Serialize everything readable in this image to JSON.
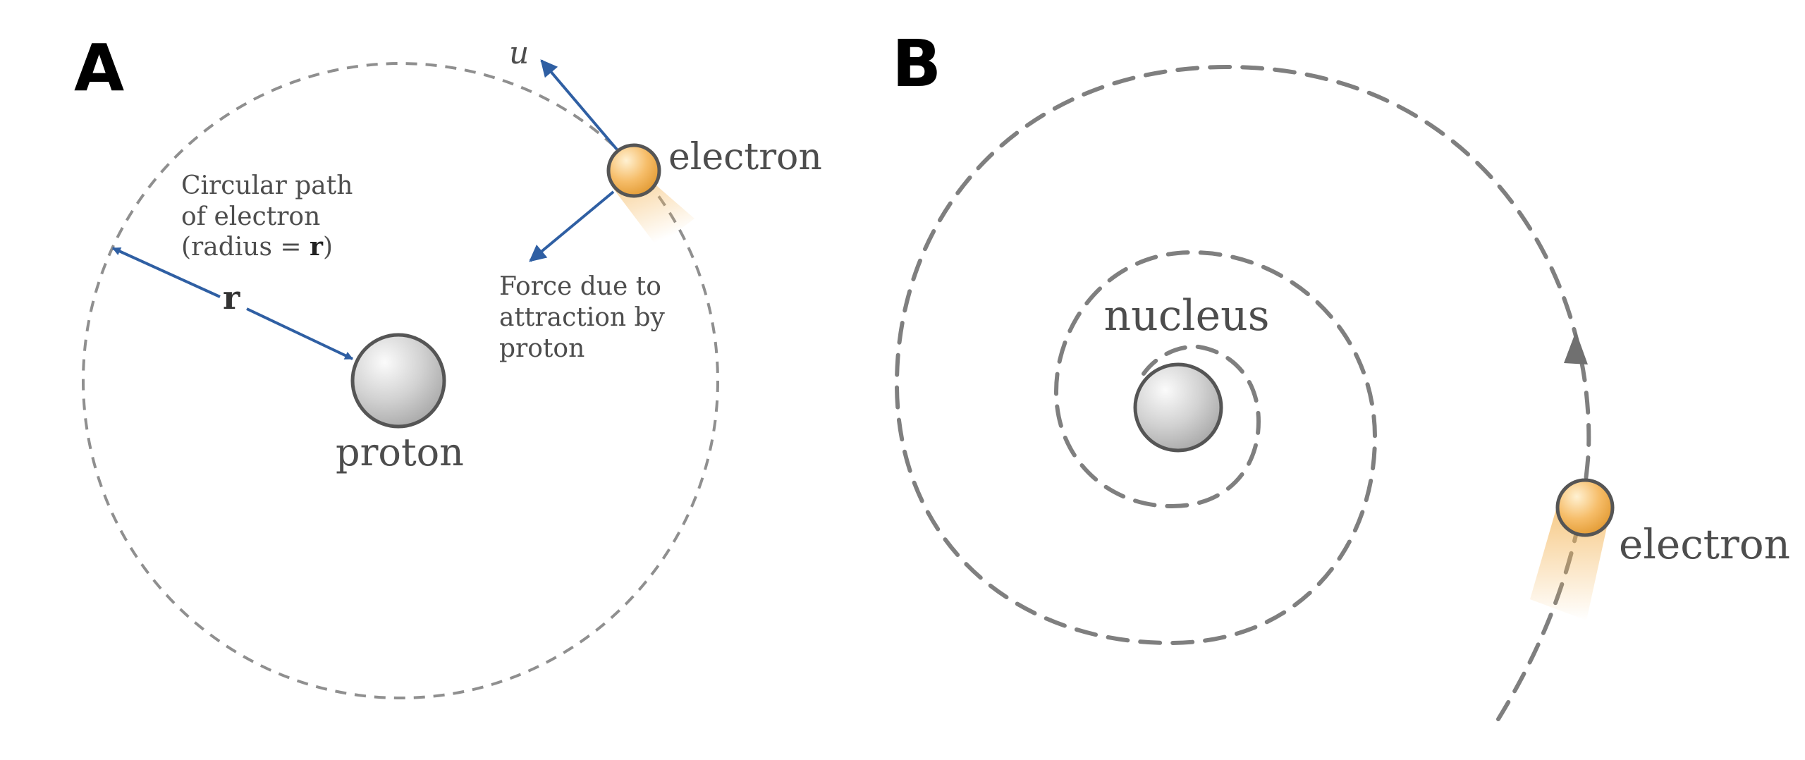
{
  "panel_a": {
    "letter": "A",
    "velocity_label": "u",
    "electron_label": "electron",
    "path_label_line1": "Circular path",
    "path_label_line2": "of electron",
    "path_label_line3_pre": "(radius = ",
    "path_label_line3_bold": "r",
    "path_label_line3_post": ")",
    "radius_label": "r",
    "force_label_line1": "Force due to",
    "force_label_line2": "attraction by",
    "force_label_line3": "proton",
    "proton_label": "proton"
  },
  "panel_b": {
    "letter": "B",
    "nucleus_label": "nucleus",
    "electron_label": "electron"
  },
  "colors": {
    "arrow_blue": "#2f5fa3",
    "dash_gray": "#808080",
    "electron_orange": "#f2b45a",
    "proton_gray": "#c8c8c8",
    "outline": "#555555",
    "text": "#4d4d4d"
  }
}
